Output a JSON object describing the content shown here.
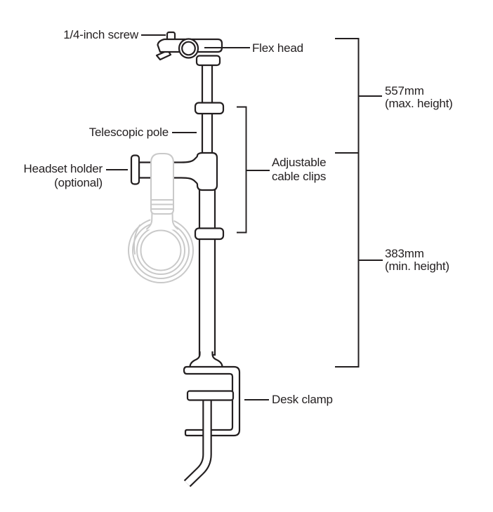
{
  "diagram": {
    "labels": {
      "screw": "1/4-inch screw",
      "flex_head": "Flex head",
      "telescopic_pole": "Telescopic pole",
      "headset_holder": "Headset holder",
      "headset_holder_note": "(optional)",
      "cable_clips_line1": "Adjustable",
      "cable_clips_line2": "cable clips",
      "desk_clamp": "Desk clamp"
    },
    "dimensions": {
      "max_height": {
        "value": "557mm",
        "note": "(max. height)"
      },
      "min_height": {
        "value": "383mm",
        "note": "(min. height)"
      }
    },
    "colors": {
      "line": "#231f20",
      "optional_part": "#c9c9c9",
      "background": "#ffffff",
      "text": "#231f20"
    }
  }
}
